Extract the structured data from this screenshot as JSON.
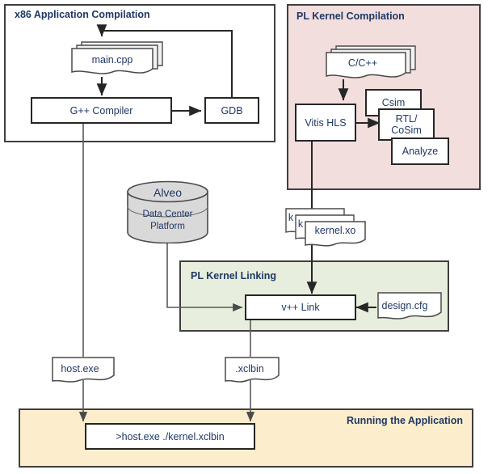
{
  "diagram": {
    "title": "Vitis application build and run flow",
    "colors": {
      "x86_group_bg": "#ffffff",
      "pl_compile_bg": "#f2dedd",
      "pl_link_bg": "#e8eedd",
      "run_bg": "#fceecc",
      "border": "#3f3f3f",
      "node_border": "#262626",
      "node_bg": "#ffffff",
      "text": "#1f3864",
      "cylinder_bg": "#d9d9d9",
      "line": "#404040"
    }
  },
  "groups": {
    "x86": {
      "title": "x86 Application Compilation"
    },
    "pl_compile": {
      "title": "PL Kernel Compilation"
    },
    "pl_link": {
      "title": "PL Kernel Linking"
    },
    "running": {
      "title": "Running the Application"
    }
  },
  "nodes": {
    "gpp_compiler": {
      "label": "G++ Compiler"
    },
    "gdb": {
      "label": "GDB"
    },
    "vitis_hls": {
      "label": "Vitis HLS"
    },
    "csim": {
      "label": "Csim"
    },
    "rtl_cosim_line1": "RTL/",
    "rtl_cosim_line2": "CoSim",
    "analyze": {
      "label": "Analyze"
    },
    "vpp_link": {
      "label": "v++ Link"
    },
    "run_command": {
      "label": ">host.exe ./kernel.xclbin"
    }
  },
  "documents": {
    "main_cpp": {
      "label": "main.cpp"
    },
    "c_cpp": {
      "label": "C/C++"
    },
    "kernel_xo": {
      "label": "kernel.xo",
      "stack_partial": "k"
    },
    "design_cfg": {
      "label": "design.cfg"
    },
    "host_exe": {
      "label": "host.exe"
    },
    "xclbin": {
      "label": ".xclbin"
    }
  },
  "platform": {
    "name": "Alveo",
    "subtitle_line1": "Data Center",
    "subtitle_line2": "Platform"
  }
}
